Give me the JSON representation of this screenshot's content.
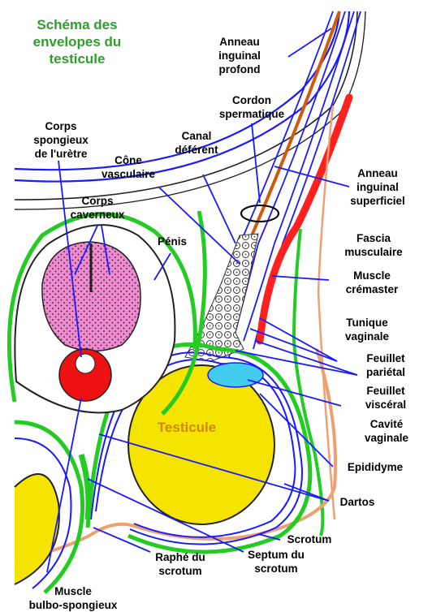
{
  "title": [
    "Schéma des",
    "envelopes du",
    "testicule"
  ],
  "colors": {
    "title": "#2e9e2e",
    "arrow": "#1a1aff",
    "dartos": "#22cc22",
    "cremaster": "#ff2020",
    "testicle": "#f5e300",
    "corpus_cavernosum": "#f08ad0",
    "corpus_spongiosum": "#ee1111",
    "cavity": "#44ccee",
    "deferent": "#d05a10",
    "scrotum": "#f0a070"
  },
  "labels": {
    "anneau_profond": [
      "Anneau",
      "inguinal",
      "profond"
    ],
    "cordon": [
      "Cordon",
      "spermatique"
    ],
    "canal": [
      "Canal",
      "déférent"
    ],
    "cone": [
      "Cône",
      "vasculaire"
    ],
    "corps_spongieux": [
      "Corps",
      "spongieux",
      "de l'urètre"
    ],
    "corps_caverneux": [
      "Corps",
      "caverneux"
    ],
    "penis": "Pénis",
    "anneau_superficiel": [
      "Anneau",
      "inguinal",
      "superficiel"
    ],
    "fascia": [
      "Fascia",
      "musculaire"
    ],
    "muscle_cremaster": [
      "Muscle",
      "crémaster"
    ],
    "tunique": [
      "Tunique",
      "vaginale"
    ],
    "feuillet_parietal": [
      "Feuillet",
      "pariétal"
    ],
    "feuillet_visceral": [
      "Feuillet",
      "viscéral"
    ],
    "cavite": [
      "Cavité",
      "vaginale"
    ],
    "testicule": "Testicule",
    "epididyme": "Epididyme",
    "dartos": "Dartos",
    "scrotum": "Scrotum",
    "raphe": [
      "Raphé du",
      "scrotum"
    ],
    "septum": [
      "Septum du",
      "scrotum"
    ],
    "muscle_bulbo": [
      "Muscle",
      "bulbo-spongieux"
    ]
  }
}
